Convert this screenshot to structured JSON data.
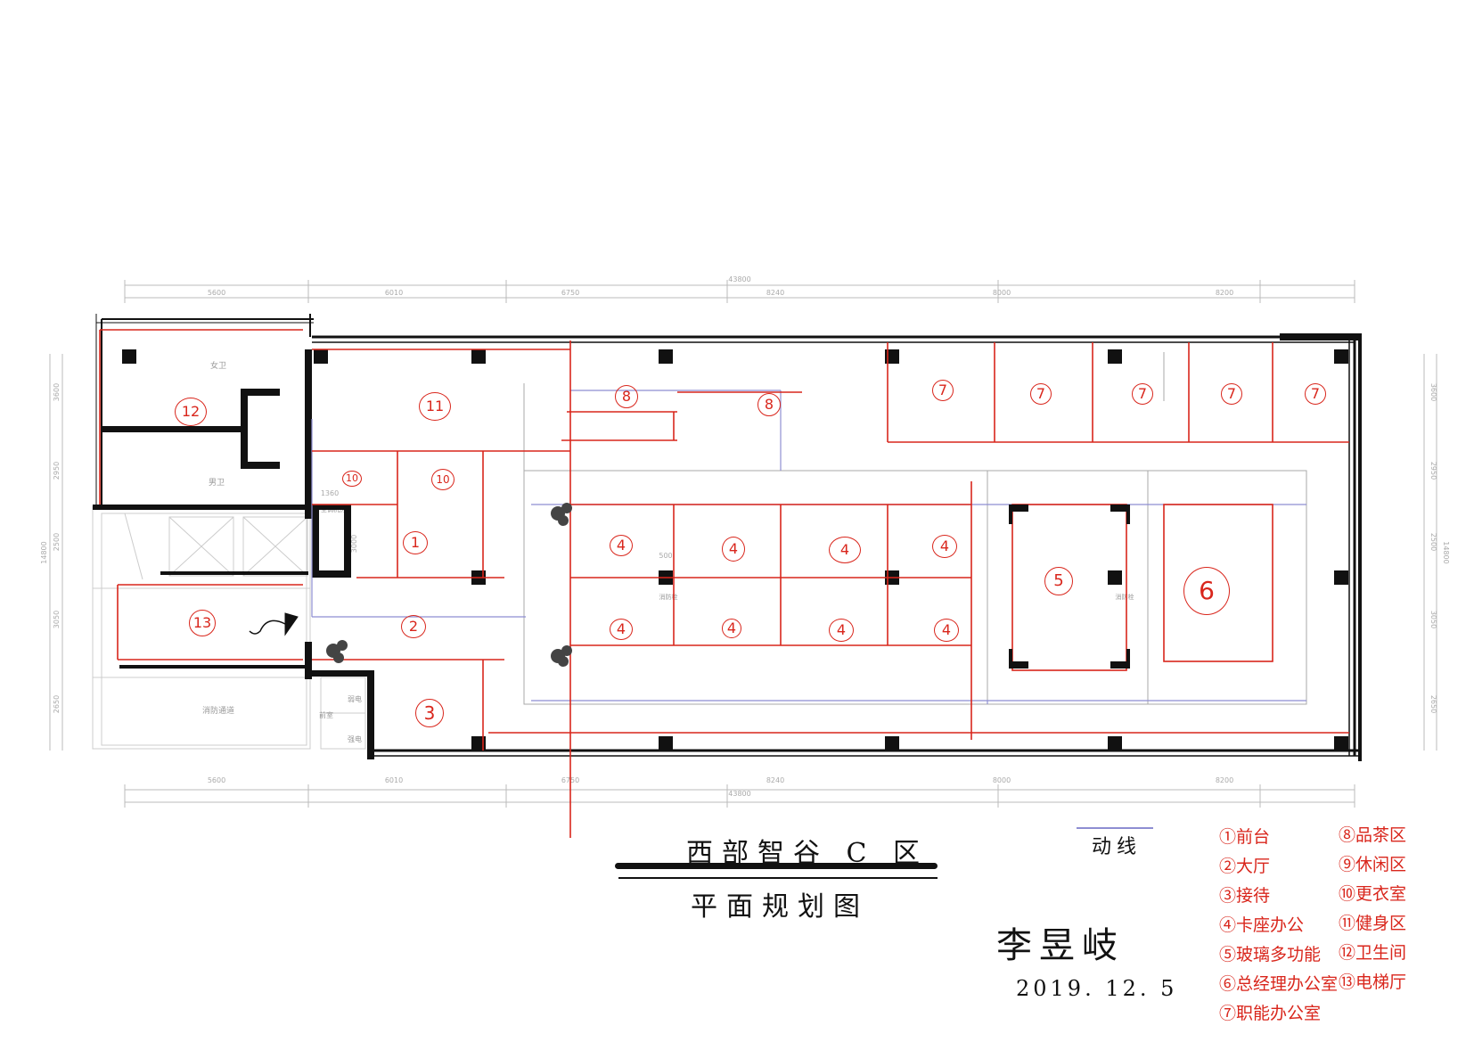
{
  "dimensions": {
    "total": "43800",
    "top_segments": [
      "5600",
      "6010",
      "6750",
      "8240",
      "8000",
      "8200"
    ],
    "bottom_segments": [
      "5600",
      "6010",
      "6750",
      "8240",
      "8000",
      "8200"
    ],
    "side_total": "14800",
    "side_segments": [
      "3600",
      "2950",
      "2500",
      "3050",
      "2650"
    ],
    "small": [
      "1360",
      "500",
      "3000"
    ]
  },
  "room_labels": {
    "female_wc": "女卫",
    "male_wc": "男卫",
    "fire_passage": "消防通道",
    "weak_power": "弱电",
    "strong_power": "强电",
    "ac_room": "空调机房",
    "column_a": "消防栓",
    "column_b": "消防栓",
    "aux": "前室"
  },
  "room_numbers": [
    {
      "id": "r11",
      "text": "11"
    },
    {
      "id": "r12",
      "text": "12"
    },
    {
      "id": "r8a",
      "text": "8"
    },
    {
      "id": "r8b",
      "text": "8"
    },
    {
      "id": "r7a",
      "text": "7"
    },
    {
      "id": "r7b",
      "text": "7"
    },
    {
      "id": "r7c",
      "text": "7"
    },
    {
      "id": "r7d",
      "text": "7"
    },
    {
      "id": "r7e",
      "text": "7"
    },
    {
      "id": "r10a",
      "text": "10"
    },
    {
      "id": "r10b",
      "text": "10"
    },
    {
      "id": "r1",
      "text": "1"
    },
    {
      "id": "r4a",
      "text": "4"
    },
    {
      "id": "r4b",
      "text": "4"
    },
    {
      "id": "r4c",
      "text": "4"
    },
    {
      "id": "r4d",
      "text": "4"
    },
    {
      "id": "r4e",
      "text": "4"
    },
    {
      "id": "r4f",
      "text": "4"
    },
    {
      "id": "r4g",
      "text": "4"
    },
    {
      "id": "r4h",
      "text": "4"
    },
    {
      "id": "r5",
      "text": "5"
    },
    {
      "id": "r6",
      "text": "6"
    },
    {
      "id": "r13",
      "text": "13"
    },
    {
      "id": "r2",
      "text": "2"
    },
    {
      "id": "r3",
      "text": "3"
    }
  ],
  "title": {
    "main": "西部智谷 C 区",
    "sub": "平面规划图"
  },
  "signature": "李昱岐",
  "date": "2019. 12. 5",
  "legend": {
    "line_label": "动线",
    "line_color": "#8e8ed2",
    "items_left": [
      "①前台",
      "②大厅",
      "③接待",
      "④卡座办公",
      "⑤玻璃多功能",
      "⑥总经理办公室",
      "⑦职能办公室"
    ],
    "items_right": [
      "⑧品茶区",
      "⑨休闲区",
      "⑩更衣室",
      "⑪健身区",
      "⑫卫生间",
      "⑬电梯厅"
    ]
  },
  "colors": {
    "wall": "#111111",
    "red_markup": "#d9261c",
    "dimension_gray": "#bbbbbb"
  }
}
